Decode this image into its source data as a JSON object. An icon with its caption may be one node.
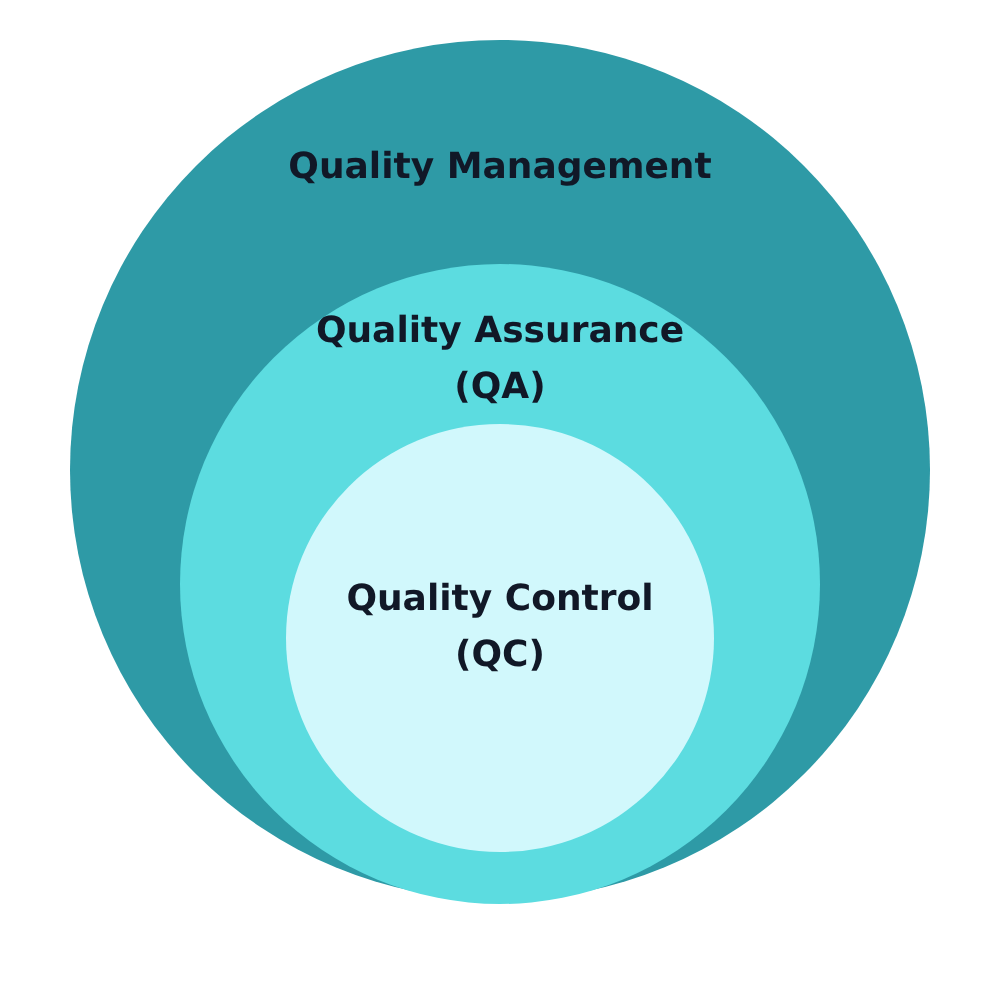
{
  "diagram": {
    "nodes": [
      {
        "text": [
          "Quality Management"
        ]
      },
      {
        "text": [
          "Quality Assurance (QA)"
        ],
        "in": 0
      },
      {
        "text": [
          "Quality Control (QC)"
        ],
        "in": 1
      }
    ]
  }
}
